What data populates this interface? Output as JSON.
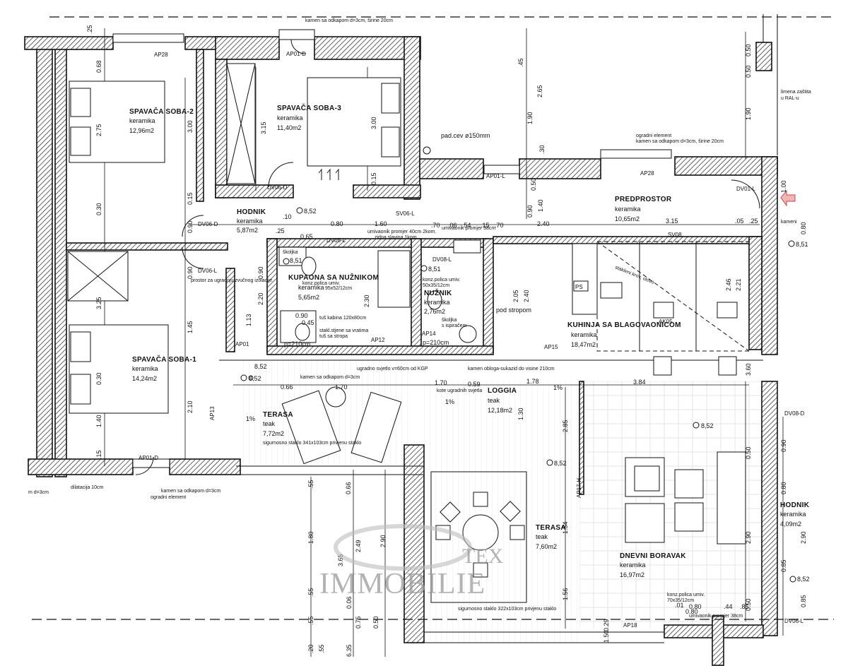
{
  "rooms": {
    "spavaca2": {
      "name": "SPAVAČA SOBA-2",
      "material": "keramika",
      "area": "12,96m2"
    },
    "spavaca3": {
      "name": "SPAVAČA SOBA-3",
      "material": "keramika",
      "area": "11,40m2"
    },
    "spavaca1": {
      "name": "SPAVAČA SOBA-1",
      "material": "keramika",
      "area": "14,24m2"
    },
    "hodnik1": {
      "name": "HODNIK",
      "material": "keramika",
      "area": "5,87m2"
    },
    "kupaona": {
      "name": "KUPAONA SA NUŽNIKOM",
      "material": "keramika",
      "area": "5,65m2"
    },
    "nuznik": {
      "name": "NUŽNIK",
      "material": "keramika",
      "area": "2,76m2"
    },
    "predprostor": {
      "name": "PREDPROSTOR",
      "material": "keramika",
      "area": "10,65m2"
    },
    "kuhinja": {
      "name": "KUHINJA SA BLAGOVAONICOM",
      "material": "keramika",
      "area": "18,47m2"
    },
    "loggia": {
      "name": "LOGGIA",
      "material": "teak",
      "area": "12,18m2"
    },
    "terasa1": {
      "name": "TERASA",
      "material": "teak",
      "area": "7,72m2"
    },
    "terasa2": {
      "name": "TERASA",
      "material": "teak",
      "area": "7,60m2"
    },
    "dnevni": {
      "name": "DNEVNI BORAVAK",
      "material": "keramika",
      "area": "16,97m2"
    },
    "hodnik2": {
      "name": "HODNIK",
      "material": "keramika",
      "area": "4,09m2"
    }
  },
  "notes": {
    "top_stone": "kamen sa odkapom d=3cm, širine 20cm",
    "pipe": "pad.cev ø150mm",
    "railing_top": "ogradni element",
    "railing_stone": "kamen sa odkapom d=3cm, širine 20cm",
    "tin": "limena zaštita",
    "tin2": "u RAL-u",
    "stone_right": "kameni",
    "sink1": "umivaonik promjer 40cm 2kom.",
    "sink1b": "zidna slavina 1kom.",
    "sink2": "umivaonik promjer 38cm",
    "shelf1": "konz.polica umiv.",
    "shelf1b": "95x52/12cm",
    "cabin": "tuš kabina 120x80cm",
    "cabin2": "stakl.stjene sa vratima",
    "cabin3": "tuš sa stropa",
    "skoljka": "školjka",
    "skoljka2": "s ispiračem",
    "ceiling_light": "ugradno svjetlo v=60cm od KGP",
    "stone_cladding": "kamen obloga-sukazid do visine 210cm",
    "shelf_small": "konz.polica umiv.",
    "shelf_small2": "50x35/12cm",
    "pod_stropom": "pod stropom",
    "skylight": "stakleni krov, olovo",
    "stone_sill": "kamen sa odkapom d=3cm",
    "lights": "kote ugradnih svjetla",
    "safety_glass": "sigurnosno staklo 341x103cm privjenu staklo",
    "dilatacija": "dilatacija 10cm",
    "sill_left": "kamen sa odkapom d=3cm",
    "railing_left": "ogradni element",
    "left_d3": "m d=3cm",
    "safety_glass2": "sigurnosno staklo 322x103cm privjenu staklo",
    "shelf_br": "konz.polica umiv.",
    "shelf_br2": "70x35/12cm",
    "sink_br": "umivaonik promjer 38cm",
    "prostor": "prostor za ugradnju zvučnog izolacije"
  },
  "codes": {
    "ap28a": "AP28",
    "ap01d_top": "AP01-D",
    "dv06d_top": "DV06-D",
    "ap01l": "AP01-L",
    "ap28b": "AP28",
    "dv01l": "DV01-L",
    "dv06d_left": "DV06-D",
    "sv06l": "SV06-L",
    "dv05l": "DV05-L",
    "dv06l": "DV06-L",
    "dv08l": "DV08-L",
    "sv08": "SV08",
    "ap01a": "AP01",
    "ap12": "AP12",
    "ap14": "AP14",
    "ap15": "AP15",
    "ak05": "AK05",
    "ps": "PS",
    "ap01d_bottom": "AP01-D",
    "ap17h": "AP17-H",
    "ap18": "AP18",
    "dv08d": "DV08-D",
    "dv06l_bottom": "DV06-L",
    "ap13": "AP13"
  },
  "levels": {
    "l1": "8,52",
    "l2": "8,51",
    "l3": "8,51",
    "l4": "8,52",
    "l5": "8,52",
    "l6": "8,52",
    "l7": "8,52",
    "l8": "8,52",
    "l9": "8,51"
  },
  "dims": {
    "d_025": ".25",
    "d_068": "0.68",
    "d_275": "2.75",
    "d_300": "3.00",
    "d_315": "3.15",
    "d_300b": "3.00",
    "d_015": "0.15",
    "d_030": "0.30",
    "d_325": "3.25",
    "d_145": "1.45",
    "d_210": "2.10",
    "d_140": "1.40",
    "d_015b": "0.15",
    "d_030b": "0.30",
    "d_015c": ".15",
    "d_090": "0.90",
    "d_090b": "0.90",
    "d_080": "0.80",
    "d_160": "1.60",
    "d_010": ".10",
    "d_070": ".70",
    "d_065": "0.65",
    "d_125": ".25",
    "d_240": "2.40",
    "d_315b": "3.15",
    "d_070b": ".70",
    "d_006": ".06",
    "d_054": ".54",
    "d_015d": ".15",
    "d_005": ".05",
    "d_015e": ".25",
    "d_090c": "0.90",
    "d_140b": "1.40",
    "d_190": "1.90",
    "d_265": "2.65",
    "d_045": ".45",
    "d_030c": ".30",
    "d_190b": "1.90",
    "d_050": "0.50",
    "d_100": "1.00",
    "d_050b": "0.50",
    "d_050c": "0.50",
    "d_080b": "0.80",
    "d_066": "0.66",
    "d_170": "1.70",
    "d_170b": "1.70",
    "d_059": "0.59",
    "d_178": "1.78",
    "d_384": "3.84",
    "d_130": "1.30",
    "d_285": "2.85",
    "d_154": "1.54",
    "d_156": "1.56",
    "d_290": "2.90",
    "d_050d": "0.50",
    "d_090d": "0.90",
    "d_080c": "0.80",
    "d_290b": "2.90",
    "d_085": "0.85",
    "d_085b": "0.85",
    "d_050e": "0.50",
    "d_055": ".55",
    "d_365": "3.65",
    "d_249": "2.49",
    "d_290c": "2.90",
    "d_180": "1.80",
    "d_055b": ".55",
    "d_006b": "0.06",
    "d_075": "0.75",
    "d_050f": "0.50",
    "d_655": ".55",
    "d_020": ".20",
    "d_055c": ".55",
    "d_635": "6.35",
    "d_066b": "0.66",
    "d_230": "2.30",
    "d_220": "2.20",
    "d_090e": "0.90",
    "d_045b": "0.45",
    "d_090f": "0.90",
    "d_113": "1.13",
    "d_205": "2.05",
    "d_240b": "2.40",
    "d_246": "2.46",
    "d_221": "2.21",
    "d_360": "3.60",
    "d_080d": "0.80",
    "d_pct1": "1%",
    "d_pct2": "1%",
    "d_pct3": "1%",
    "d_029": "0.29",
    "d_150": "1.50",
    "d_001": ".01",
    "d_080e": "0.80",
    "d_044": ".44",
    "d_085c": ".85",
    "d_p210a": "p=210cm",
    "d_p210b": "p=210cm"
  },
  "watermark": {
    "line1": "TEX",
    "line2": "IMMOBILIE"
  }
}
